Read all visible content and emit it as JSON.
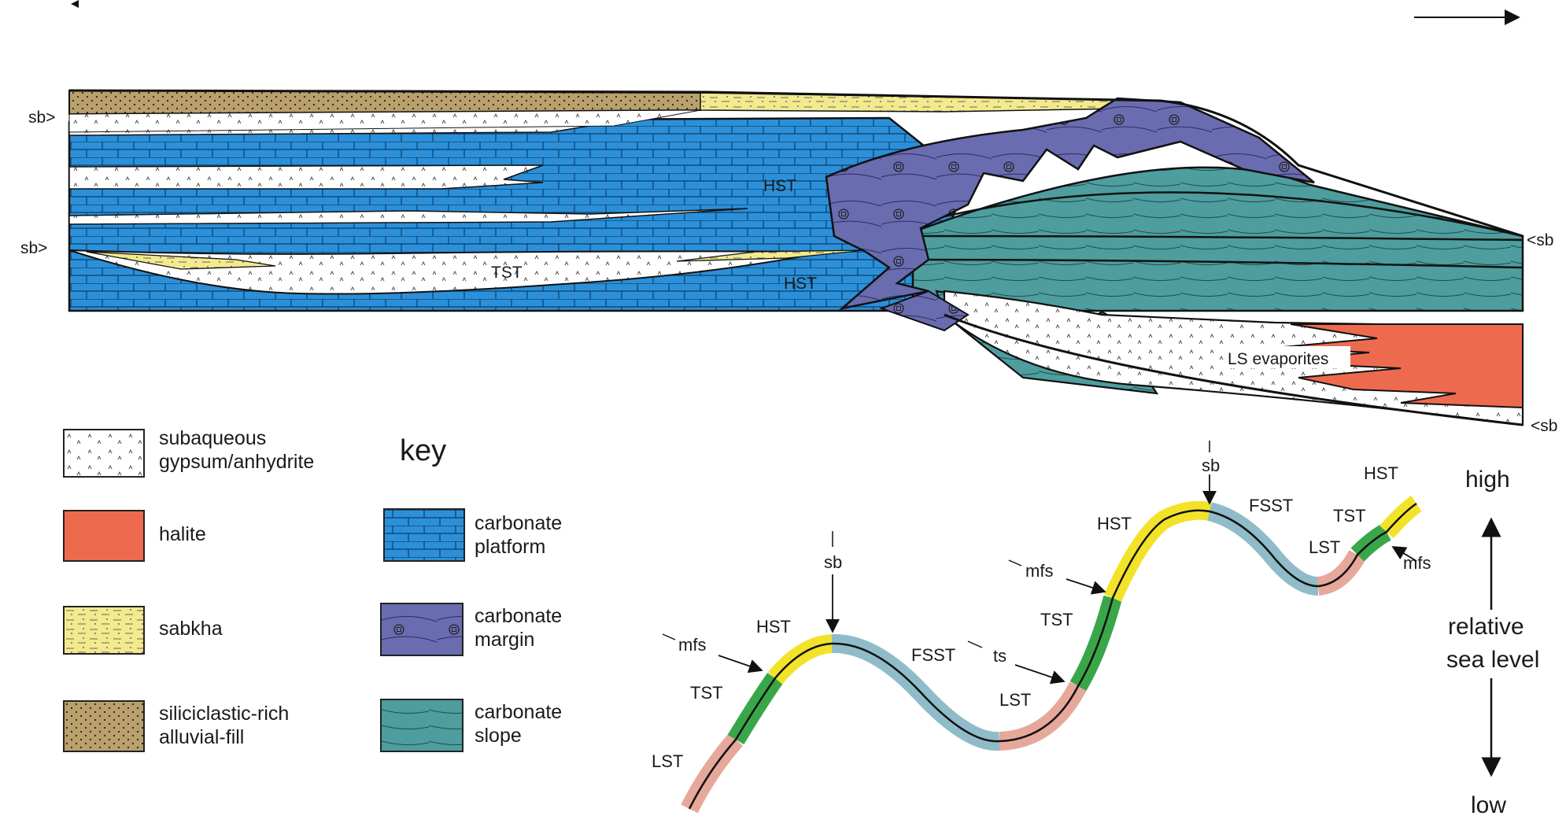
{
  "colors": {
    "carbonate_platform": "#2b90d9",
    "carbonate_margin": "#6a6cb0",
    "carbonate_slope": "#4e9d9f",
    "sabkha": "#f3ea8e",
    "siliciclastic": "#b9a06c",
    "halite": "#ee6a4f",
    "gypsum": "#ffffff",
    "curve_lst": "#e6a89a",
    "curve_tst": "#3aa64a",
    "curve_hst": "#f2e32a",
    "curve_fsst": "#8fbcc8"
  },
  "cross_section": {
    "sb_labels": [
      "sb>",
      "sb>",
      "<sb",
      "<sb"
    ],
    "tract_labels": [
      "HST",
      "TST",
      "HST"
    ],
    "evaporite_label": "LS evaporites"
  },
  "key": {
    "title": "key",
    "items": [
      {
        "label": "subaqueous\ngypsum/anhydrite",
        "pattern": "gypsum"
      },
      {
        "label": "halite",
        "pattern": "halite"
      },
      {
        "label": "sabkha",
        "pattern": "sabkha"
      },
      {
        "label": "siliciclastic-rich\nalluvial-fill",
        "pattern": "siliciclastic"
      },
      {
        "label": "carbonate\nplatform",
        "pattern": "platform"
      },
      {
        "label": "carbonate\nmargin",
        "pattern": "margin"
      },
      {
        "label": "carbonate\nslope",
        "pattern": "slope"
      }
    ]
  },
  "sea_level_curve": {
    "labels": [
      "LST",
      "TST",
      "mfs",
      "HST",
      "sb",
      "FSST",
      "ts",
      "LST",
      "TST",
      "mfs",
      "HST",
      "sb",
      "FSST",
      "LST",
      "TST",
      "mfs",
      "HST"
    ],
    "axis": {
      "high": "high",
      "title_line1": "relative",
      "title_line2": "sea level",
      "low": "low"
    }
  }
}
